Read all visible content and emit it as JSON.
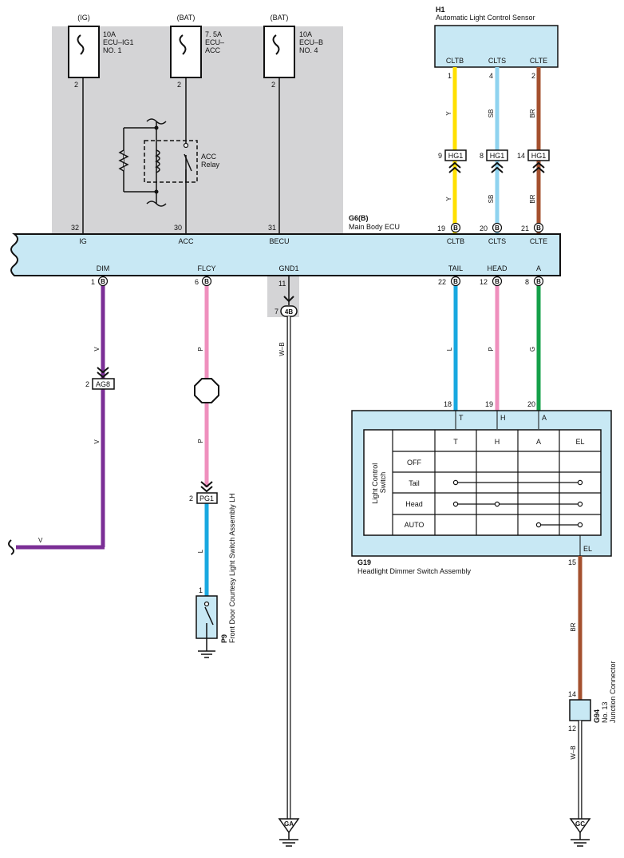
{
  "colors": {
    "Y": "#ffe000",
    "SB": "#8fd3ef",
    "BR": "#a4502e",
    "V": "#7b2f96",
    "P": "#ef8fbd",
    "L": "#18a8e0",
    "G": "#15a04a",
    "gray": "#d4d4d6",
    "ecu": "#c8e8f4"
  },
  "fuses": [
    {
      "source": "(IG)",
      "rating": "10A",
      "name1": "ECU–IG1",
      "name2": "NO. 1",
      "pin": "2"
    },
    {
      "source": "(BAT)",
      "rating": "7. 5A",
      "name1": "ECU–",
      "name2": "ACC",
      "pin": "2"
    },
    {
      "source": "(BAT)",
      "rating": "10A",
      "name1": "ECU–B",
      "name2": "NO. 4",
      "pin": "2"
    }
  ],
  "relay": {
    "line1": "ACC",
    "line2": "Relay"
  },
  "sensor": {
    "code": "H1",
    "name": "Automatic Light Control Sensor",
    "terminals": [
      {
        "label": "CLTB",
        "pin": "1",
        "wire": "Y",
        "jpin": "9",
        "jlabel": "HG1",
        "epin": "19"
      },
      {
        "label": "CLTS",
        "pin": "4",
        "wire": "SB",
        "jpin": "8",
        "jlabel": "HG1",
        "epin": "20"
      },
      {
        "label": "CLTE",
        "pin": "2",
        "wire": "BR",
        "jpin": "14",
        "jlabel": "HG1",
        "epin": "21"
      }
    ]
  },
  "ecu": {
    "code": "G6(B)",
    "name": "Main Body ECU",
    "conn": "B",
    "top_pins": [
      {
        "pin": "32",
        "label": "IG"
      },
      {
        "pin": "30",
        "label": "ACC"
      },
      {
        "pin": "31",
        "label": "BECU"
      }
    ],
    "right_labels": [
      "CLTB",
      "CLTS",
      "CLTE"
    ],
    "bottom": [
      {
        "label": "DIM",
        "pin": "1"
      },
      {
        "label": "FLCY",
        "pin": "6"
      },
      {
        "label": "GND1",
        "pin": "11"
      },
      {
        "label": "TAIL",
        "pin": "22"
      },
      {
        "label": "HEAD",
        "pin": "12"
      },
      {
        "label": "A",
        "pin": "8"
      }
    ]
  },
  "dim_circuit": {
    "wire": "V",
    "jpin": "2",
    "jlabel": "AG8"
  },
  "flcy_circuit": {
    "wire_upper": "P",
    "wire_lower": "L",
    "jpin": "2",
    "jlabel": "PG1",
    "switch_pin": "1",
    "switch_code": "P9",
    "switch_name": "Front Door Courtesy Light Switch Assembly LH"
  },
  "gnd_circuit": {
    "jpin": "7",
    "jlabel": "4B",
    "wire": "W–B",
    "ground": "GA"
  },
  "switch_assy": {
    "code": "G19",
    "name": "Headlight Dimmer Switch Assembly",
    "pins": [
      {
        "pin": "18",
        "term": "T",
        "wire": "L"
      },
      {
        "pin": "19",
        "term": "H",
        "wire": "P"
      },
      {
        "pin": "20",
        "term": "A",
        "wire": "G"
      }
    ],
    "table_title": "Light Control Switch",
    "columns": [
      "T",
      "H",
      "A",
      "EL"
    ],
    "rows": [
      "OFF",
      "Tail",
      "Head",
      "AUTO"
    ],
    "el_label": "EL",
    "el_pin": "15",
    "el_wire": "BR"
  },
  "junction": {
    "code": "G94",
    "line1": "No. 13",
    "line2": "Junction Connector",
    "pin_in": "14",
    "pin_out": "12",
    "wire_out": "W–B",
    "ground": "GC"
  }
}
